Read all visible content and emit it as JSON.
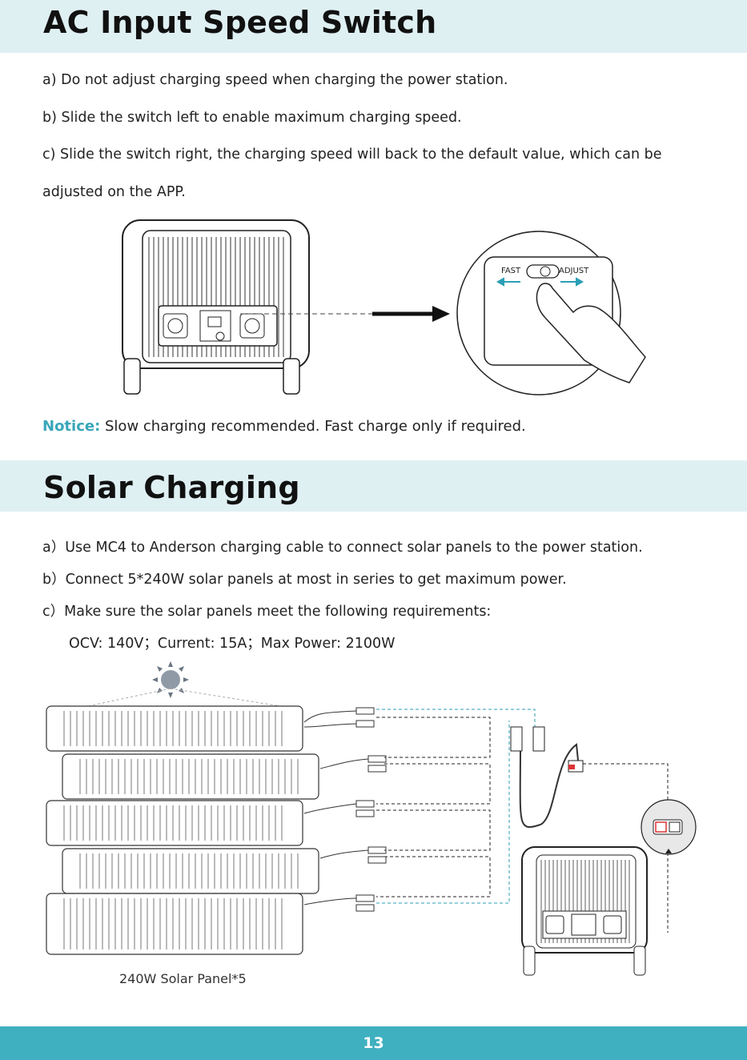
{
  "section1": {
    "title": "AC Input Speed Switch",
    "lines": [
      "a) Do not adjust charging speed when charging the power station.",
      "b) Slide the switch left to enable maximum charging speed.",
      "c) Slide the switch right, the charging speed will back to the default value, which can be",
      "adjusted on the APP."
    ],
    "switch_left_label": "FAST",
    "switch_right_label": "ADJUST",
    "notice_keyword": "Notice:",
    "notice_text": " Slow charging recommended. Fast charge only if required."
  },
  "section2": {
    "title": "Solar Charging",
    "lines": [
      "a）Use MC4 to Anderson charging cable to connect solar panels to the power station.",
      "b）Connect 5*240W solar panels at most in series to get maximum power.",
      "c）Make sure the solar panels meet the following requirements:",
      "OCV: 140V；Current: 15A；Max Power: 2100W"
    ],
    "panel_caption": "240W Solar Panel*5"
  },
  "footer": {
    "page_number": "13",
    "color": "#3fb0c0"
  },
  "colors": {
    "band": "#dff0f3",
    "accent": "#3aa6b9",
    "arrow": "#2b9fb5"
  }
}
